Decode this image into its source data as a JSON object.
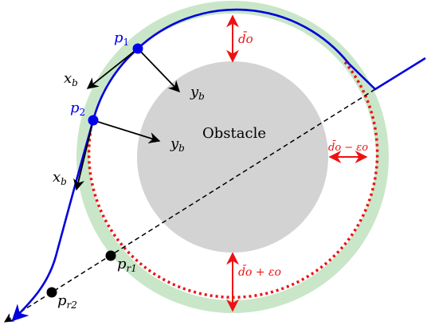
{
  "diagram": {
    "obstacle_label": "Obstacle",
    "points": {
      "p1": {
        "base": "p",
        "sub": "1"
      },
      "p2": {
        "base": "p",
        "sub": "2"
      },
      "pr1": {
        "base": "p",
        "sub": "r1"
      },
      "pr2": {
        "base": "p",
        "sub": "r2"
      }
    },
    "frame_labels": {
      "xb_1": {
        "base": "x",
        "sub": "b"
      },
      "yb_1": {
        "base": "y",
        "sub": "b"
      },
      "xb_2": {
        "base": "x",
        "sub": "b"
      },
      "yb_2": {
        "base": "y",
        "sub": "b"
      }
    },
    "distances": {
      "d_o": "d̄o",
      "d_o_minus_eps": "d̄o − εo",
      "d_o_plus_eps": "d̄o + εo"
    },
    "colors": {
      "path": "#0000dd",
      "point_blue": "#0000ee",
      "obstacle": "#d3d3d3",
      "band": "#c9e6c9",
      "red": "#ee1111",
      "black": "#000000"
    }
  }
}
